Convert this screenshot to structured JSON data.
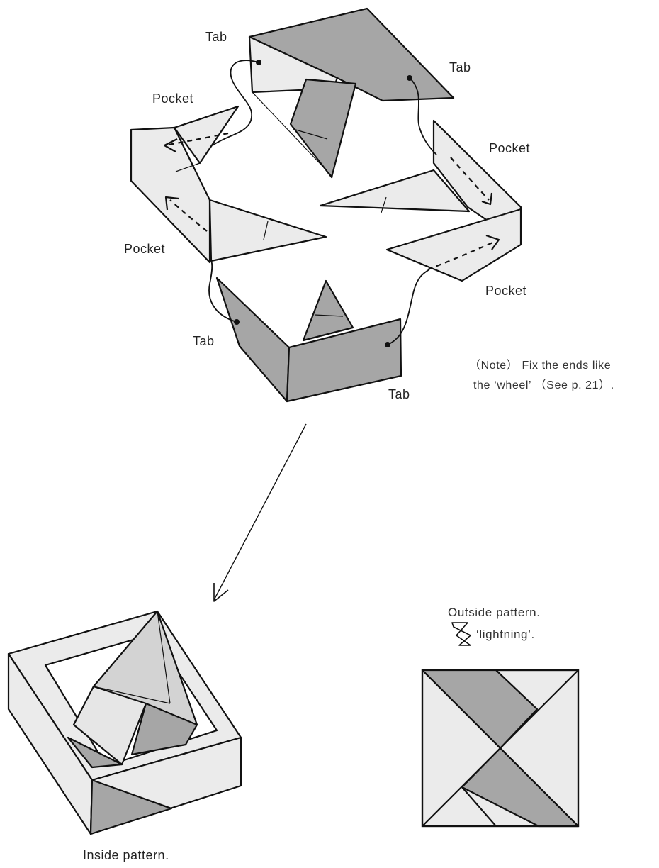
{
  "labels": {
    "tab_top_left": "Tab",
    "tab_top_right": "Tab",
    "pocket_top_left": "Pocket",
    "pocket_right_top": "Pocket",
    "pocket_left_mid": "Pocket",
    "pocket_right_bottom": "Pocket",
    "tab_bottom_left": "Tab",
    "tab_bottom_right": "Tab"
  },
  "note": {
    "line1": "（Note） Fix the ends like",
    "line2": "the ‘wheel’ （See p. 21）."
  },
  "outside": {
    "title": "Outside pattern.",
    "pattern_name": "‘lightning’."
  },
  "inside": {
    "caption": "Inside pattern."
  },
  "colors": {
    "light": "#ebebeb",
    "mid": "#d3d3d3",
    "dark": "#a6a6a6",
    "line": "#111111"
  },
  "icons": {
    "lightning": "lightning-icon"
  }
}
